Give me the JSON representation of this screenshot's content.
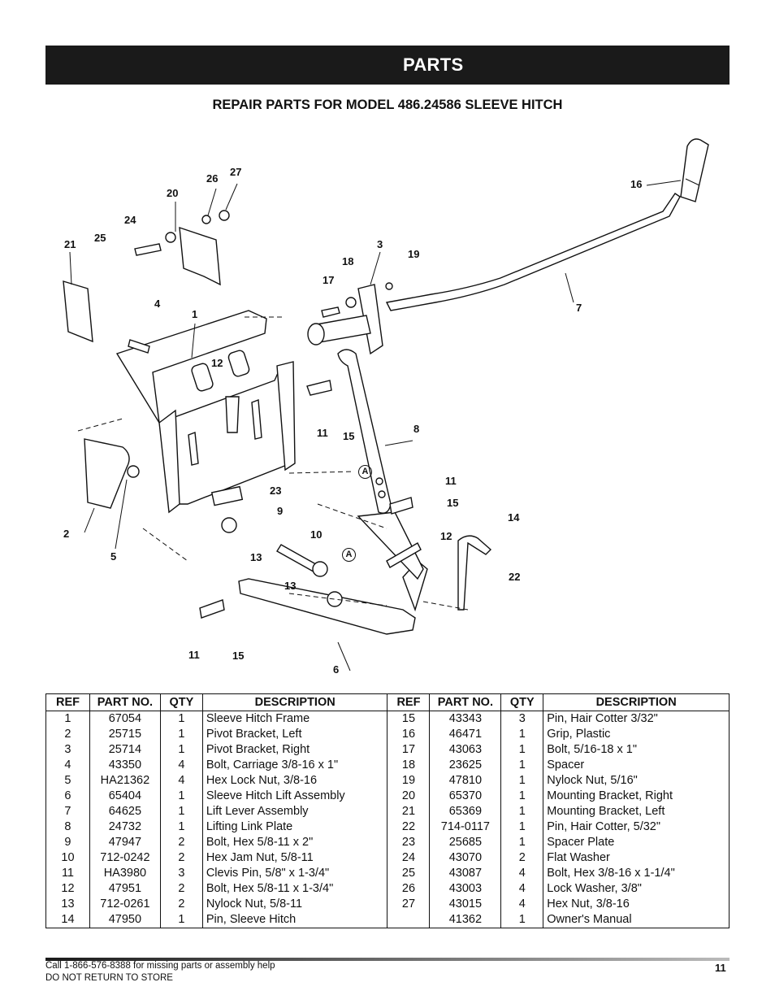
{
  "header": {
    "title": "PARTS"
  },
  "subtitle": "REPAIR PARTS FOR MODEL 486.24586 SLEEVE HITCH",
  "diagram": {
    "callouts": [
      "1",
      "2",
      "3",
      "4",
      "5",
      "6",
      "7",
      "8",
      "9",
      "10",
      "11",
      "11",
      "11",
      "12",
      "12",
      "13",
      "13",
      "14",
      "15",
      "15",
      "15",
      "16",
      "17",
      "18",
      "19",
      "20",
      "21",
      "22",
      "23",
      "24",
      "25",
      "26",
      "27",
      "A",
      "A"
    ]
  },
  "table": {
    "headers": [
      "REF",
      "PART NO.",
      "QTY",
      "DESCRIPTION",
      "REF",
      "PART NO.",
      "QTY",
      "DESCRIPTION"
    ],
    "rows": [
      [
        "1",
        "67054",
        "1",
        "Sleeve Hitch Frame",
        "15",
        "43343",
        "3",
        "Pin, Hair Cotter 3/32\""
      ],
      [
        "2",
        "25715",
        "1",
        "Pivot Bracket, Left",
        "16",
        "46471",
        "1",
        "Grip, Plastic"
      ],
      [
        "3",
        "25714",
        "1",
        "Pivot Bracket, Right",
        "17",
        "43063",
        "1",
        "Bolt, 5/16-18 x 1\""
      ],
      [
        "4",
        "43350",
        "4",
        "Bolt, Carriage 3/8-16 x 1\"",
        "18",
        "23625",
        "1",
        "Spacer"
      ],
      [
        "5",
        "HA21362",
        "4",
        "Hex Lock Nut, 3/8-16",
        "19",
        "47810",
        "1",
        "Nylock Nut, 5/16\""
      ],
      [
        "6",
        "65404",
        "1",
        "Sleeve Hitch Lift Assembly",
        "20",
        "65370",
        "1",
        "Mounting Bracket, Right"
      ],
      [
        "7",
        "64625",
        "1",
        "Lift Lever Assembly",
        "21",
        "65369",
        "1",
        "Mounting Bracket, Left"
      ],
      [
        "8",
        "24732",
        "1",
        "Lifting Link Plate",
        "22",
        "714-0117",
        "1",
        "Pin, Hair Cotter, 5/32\""
      ],
      [
        "9",
        "47947",
        "2",
        "Bolt, Hex 5/8-11 x 2\"",
        "23",
        "25685",
        "1",
        "Spacer Plate"
      ],
      [
        "10",
        "712-0242",
        "2",
        "Hex Jam Nut, 5/8-11",
        "24",
        "43070",
        "2",
        "Flat Washer"
      ],
      [
        "11",
        "HA3980",
        "3",
        "Clevis Pin, 5/8\" x 1-3/4\"",
        "25",
        "43087",
        "4",
        "Bolt, Hex 3/8-16 x 1-1/4\""
      ],
      [
        "12",
        "47951",
        "2",
        "Bolt, Hex 5/8-11 x 1-3/4\"",
        "26",
        "43003",
        "4",
        "Lock Washer, 3/8\""
      ],
      [
        "13",
        "712-0261",
        "2",
        "Nylock Nut, 5/8-11",
        "27",
        "43015",
        "4",
        "Hex Nut, 3/8-16"
      ],
      [
        "14",
        "47950",
        "1",
        "Pin, Sleeve Hitch",
        "",
        "41362",
        "1",
        "Owner's Manual"
      ]
    ]
  },
  "footer": {
    "line1": "Call 1-866-576-8388 for missing parts or assembly help",
    "line2": "DO NOT RETURN TO STORE",
    "page_number": "11"
  }
}
